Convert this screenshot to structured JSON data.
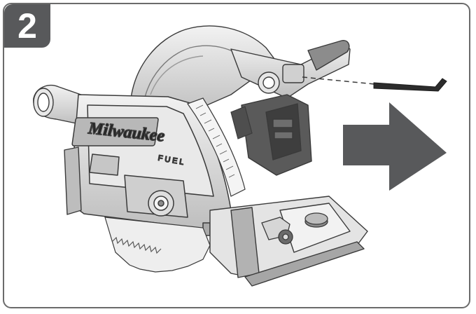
{
  "step": {
    "number": "2"
  },
  "tool": {
    "brand_logo": "Milwaukee",
    "product_mark": "FUEL",
    "kind": "track-saw"
  },
  "arrow": {
    "direction": "right",
    "color": "#58595b"
  },
  "hex_key": {
    "icon": "hex-key-icon"
  },
  "colors": {
    "frame_border": "#6b6b6b",
    "badge_fill": "#58595b",
    "badge_text": "#ffffff",
    "line_art": "#3a3a3a",
    "shading_light": "#d9d9d9",
    "shading_dark": "#8c8c8c"
  }
}
